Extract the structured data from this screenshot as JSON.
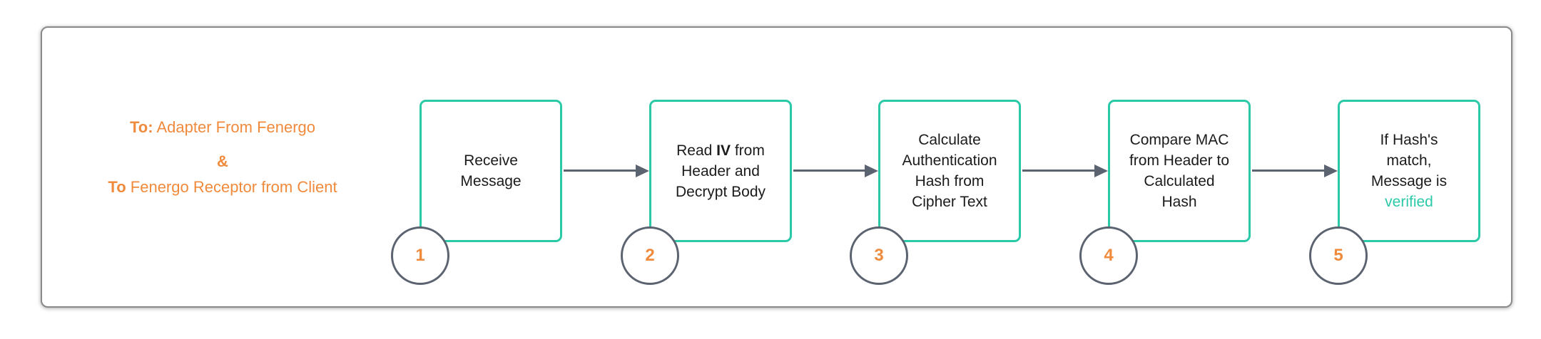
{
  "colors": {
    "accent_teal": "#2bc9a7",
    "accent_orange": "#f08a3c",
    "arrow_gray": "#5c6370",
    "badge_border_gray": "#5c6370",
    "frame_border_gray": "#8a8a8a",
    "text_black": "#1b1b1b"
  },
  "note": {
    "lines": [
      [
        {
          "text": "To:",
          "bold": true
        },
        {
          "text": " Adapter From Fenergo"
        }
      ],
      [
        {
          "text": "&",
          "bold": true
        }
      ],
      [
        {
          "text": "To",
          "bold": true
        },
        {
          "text": " Fenergo Receptor from Client"
        }
      ]
    ]
  },
  "steps": [
    {
      "number": "1",
      "segments": [
        {
          "text": "Receive\nMessage"
        }
      ]
    },
    {
      "number": "2",
      "segments": [
        {
          "text": "Read "
        },
        {
          "text": "IV",
          "bold": true
        },
        {
          "text": " from\nHeader and\nDecrypt Body"
        }
      ]
    },
    {
      "number": "3",
      "segments": [
        {
          "text": "Calculate\nAuthentication\nHash from\nCipher Text"
        }
      ]
    },
    {
      "number": "4",
      "segments": [
        {
          "text": "Compare MAC\nfrom Header to\nCalculated\nHash"
        }
      ]
    },
    {
      "number": "5",
      "segments": [
        {
          "text": "If Hash's\nmatch,\nMessage is\n"
        },
        {
          "text": "verified",
          "color": "accent_teal"
        }
      ]
    }
  ]
}
